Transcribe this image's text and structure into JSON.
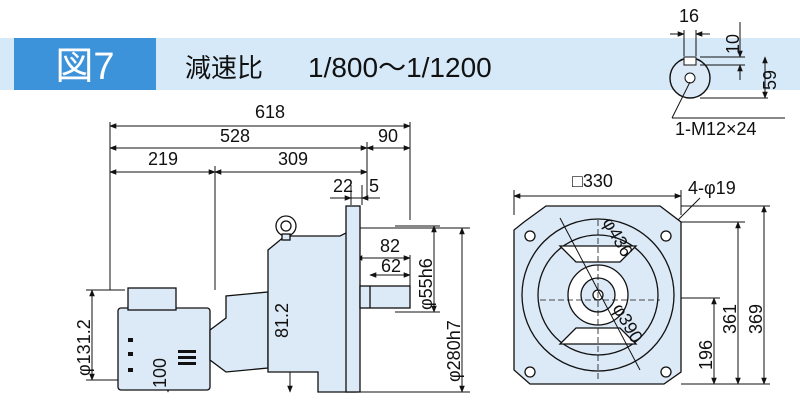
{
  "header": {
    "figure_label": "図7",
    "reduction_label": "減速比",
    "reduction_range": "1/800～1/1200"
  },
  "colors": {
    "header_blue": "#3d93d9",
    "header_light": "#d6e9f8",
    "body_fill": "#dce9f6",
    "outline": "#1a1a1a"
  },
  "shaft_detail": {
    "width": "16",
    "key_depth": "10",
    "height": "59",
    "tap": "1-M12×24"
  },
  "side_view": {
    "overall_length": "618",
    "length_a": "528",
    "length_b": "90",
    "length_c": "219",
    "length_d": "309",
    "flange_a": "22",
    "flange_b": "5",
    "shaft_len_a": "82",
    "shaft_len_b": "62",
    "shaft_dia": "φ55h6",
    "spigot_dia": "φ280h7",
    "motor_dia": "φ131.2",
    "motor_height": "100",
    "center_height": "81.2"
  },
  "front_view": {
    "flange_square": "□330",
    "holes": "4-φ19",
    "bolt_circle": "φ390",
    "inner_circle": "φ436",
    "height_a": "196",
    "height_b": "361",
    "height_c": "369"
  },
  "icons": [
    "eyebolt-icon",
    "motor-icon"
  ]
}
